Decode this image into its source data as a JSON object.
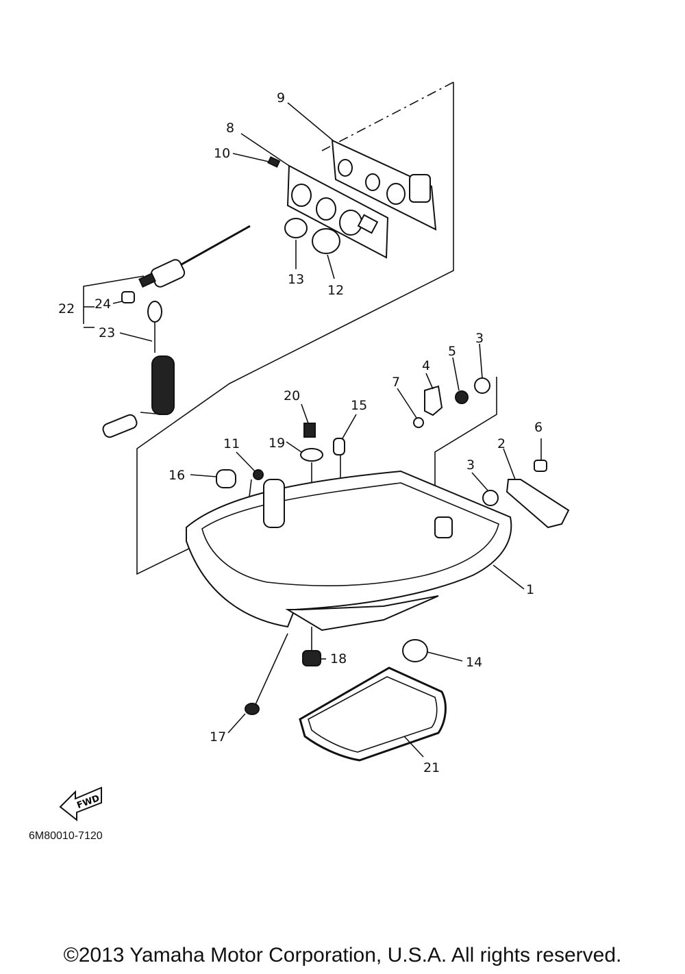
{
  "callouts": [
    "1",
    "2",
    "3",
    "3",
    "4",
    "5",
    "6",
    "7",
    "8",
    "9",
    "10",
    "11",
    "12",
    "13",
    "14",
    "15",
    "16",
    "17",
    "18",
    "19",
    "20",
    "21",
    "22",
    "23",
    "24"
  ],
  "fwd_label": "FWD",
  "drawing_code": "6M80010-7120",
  "copyright": "©2013 Yamaha Motor Corporation, U.S.A. All rights reserved."
}
